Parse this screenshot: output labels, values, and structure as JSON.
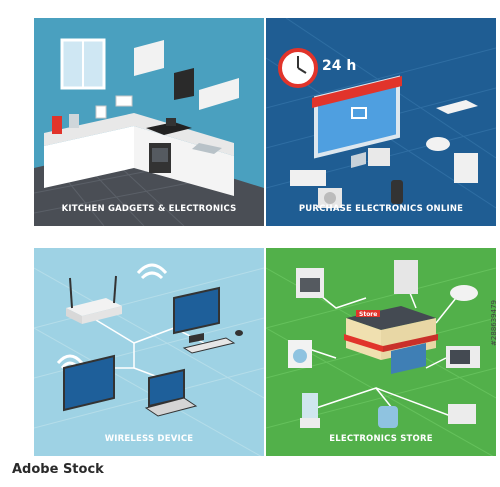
{
  "panels": [
    {
      "caption": "KITCHEN GADGETS & ELECTRONICS",
      "background": "#4aa0bf"
    },
    {
      "caption": "PURCHASE ELECTRONICS ONLINE",
      "background": "#1f5d93",
      "sign_text": "24 h"
    },
    {
      "caption": "WIRELESS DEVICE",
      "background": "#9ed2e4"
    },
    {
      "caption": "ELECTRONICS STORE",
      "background": "#52b04a",
      "store_sign": "Store"
    }
  ],
  "watermark": {
    "brand": "Adobe Stock",
    "id": "#288639479"
  },
  "colors": {
    "accent_red": "#e1342b",
    "white": "#ffffff",
    "dark": "#333333"
  }
}
